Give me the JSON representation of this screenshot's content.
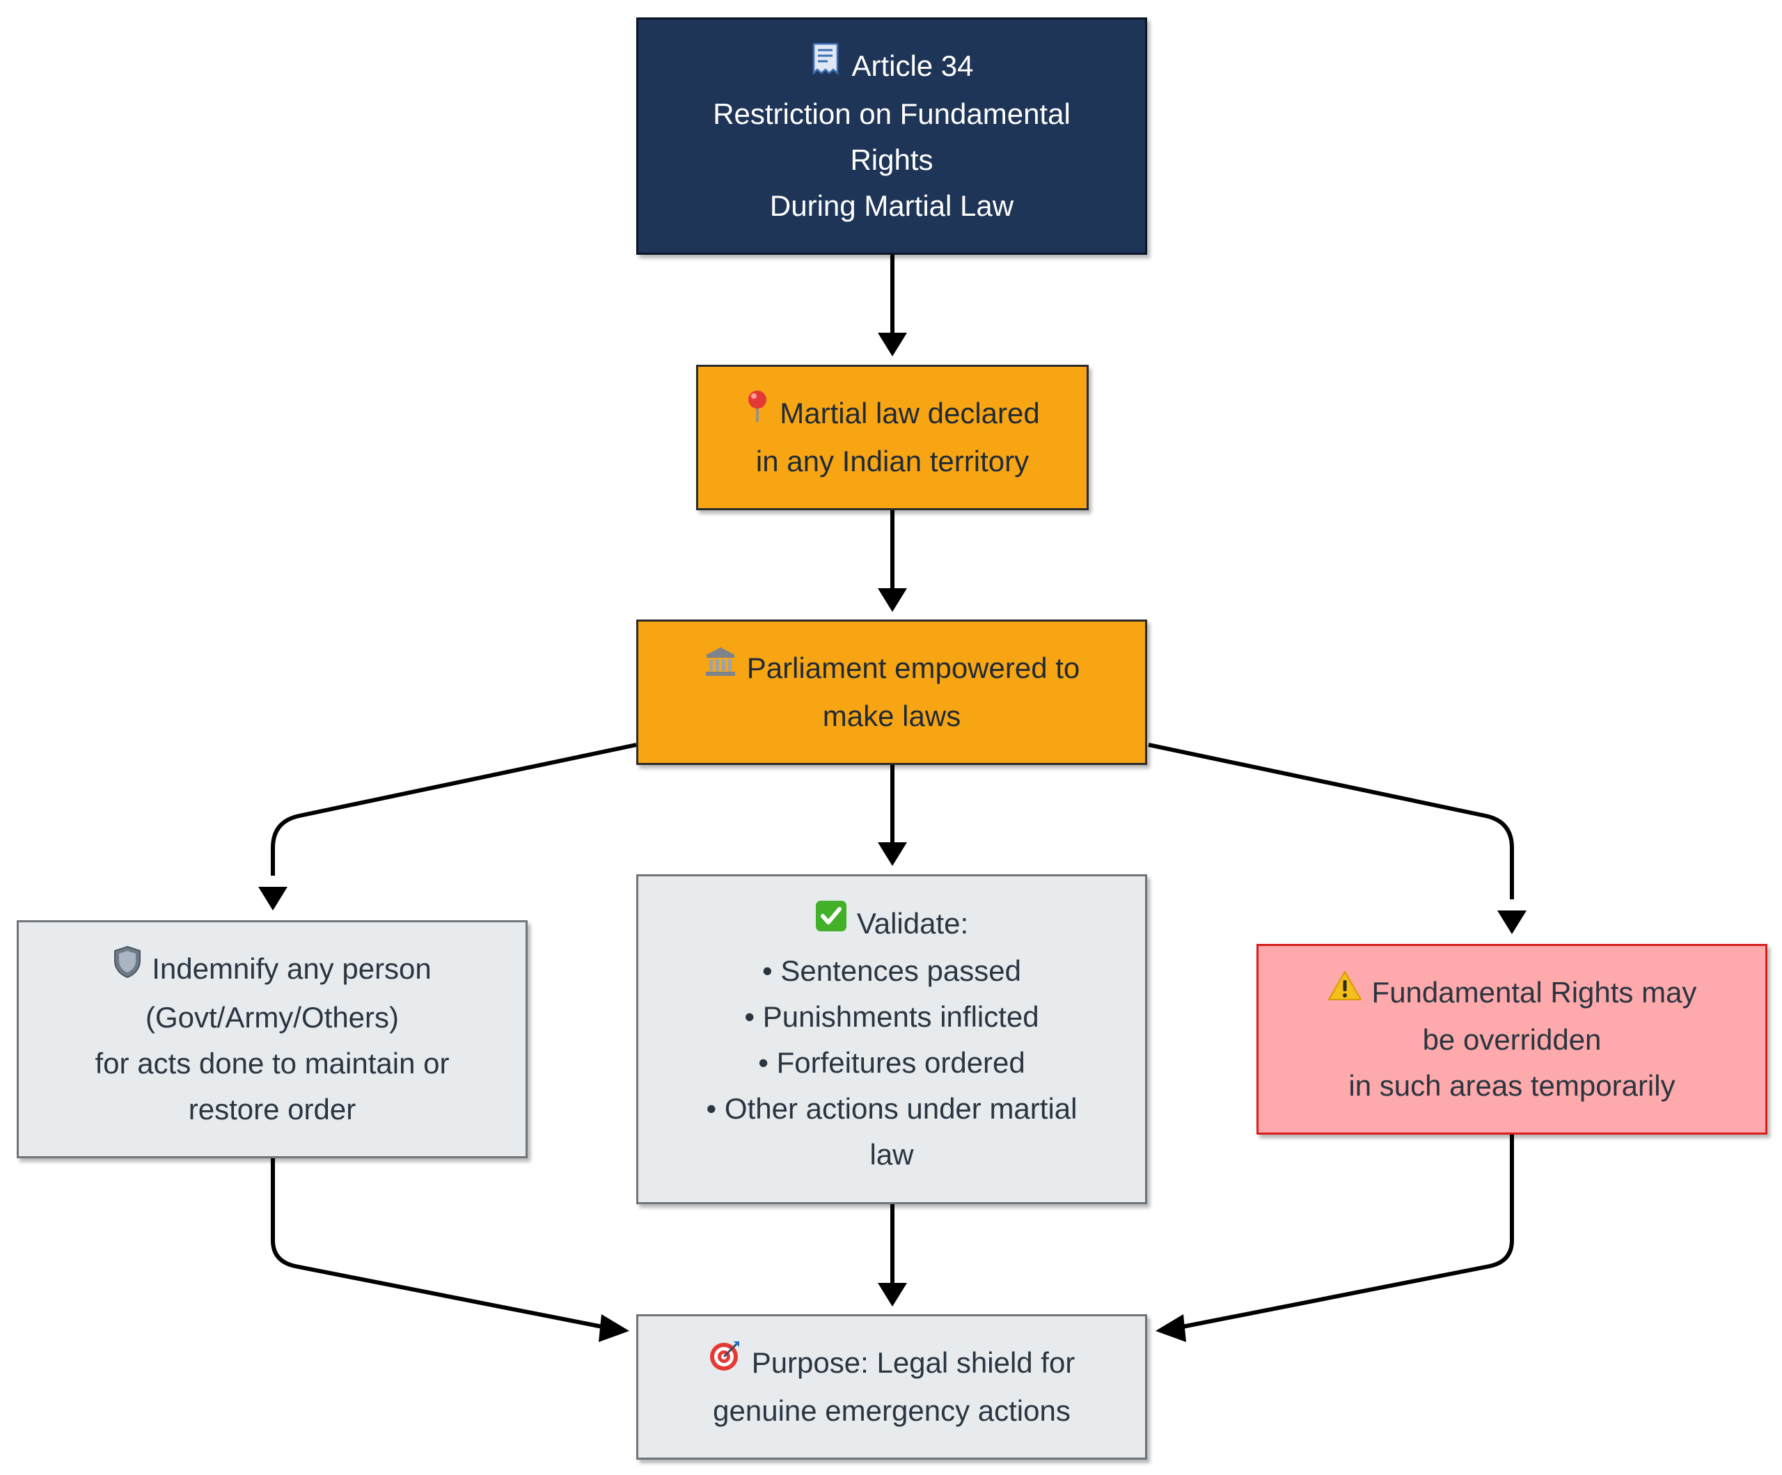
{
  "nodes": {
    "article": {
      "icon": "document-icon",
      "lines": [
        "Article 34",
        "Restriction on Fundamental",
        "Rights",
        "During Martial Law"
      ]
    },
    "martial": {
      "icon": "map-pin-icon",
      "lines": [
        "Martial law declared",
        "in any Indian territory"
      ]
    },
    "parliament": {
      "icon": "government-building-icon",
      "lines": [
        "Parliament empowered to",
        "make laws"
      ]
    },
    "indemnify": {
      "icon": "shield-icon",
      "lines": [
        "Indemnify any person",
        "(Govt/Army/Others)",
        "for acts done to maintain or",
        "restore order"
      ]
    },
    "validate": {
      "icon": "check-mark-icon",
      "lines": [
        "Validate:",
        "• Sentences passed",
        "• Punishments inflicted",
        "• Forfeitures ordered",
        "• Other actions under martial",
        "law"
      ]
    },
    "fundamental": {
      "icon": "warning-icon",
      "lines": [
        "Fundamental Rights may",
        "be overridden",
        "in such areas temporarily"
      ]
    },
    "purpose": {
      "icon": "target-icon",
      "lines": [
        "Purpose: Legal shield for",
        "genuine emergency actions"
      ]
    }
  },
  "colors": {
    "dark_fill": "#1e3557",
    "orange_fill": "#f8a514",
    "grey_fill": "#e7ebee",
    "red_fill": "#fea9ab",
    "red_border": "#d81d1d",
    "edge": "#000000"
  }
}
